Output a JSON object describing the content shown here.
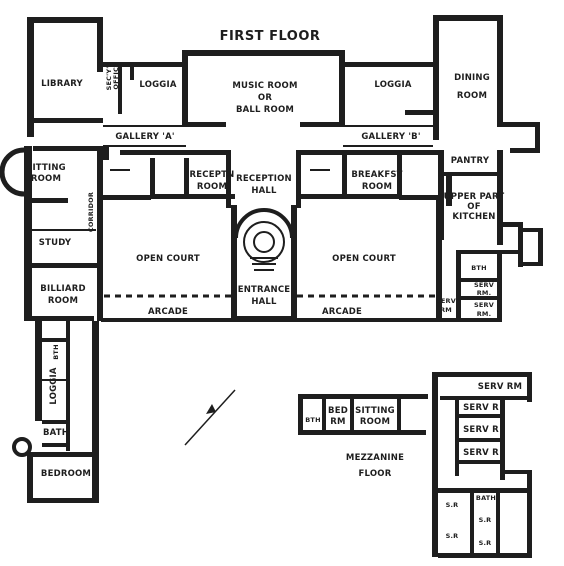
{
  "titles": {
    "first_floor": "FIRST FLOOR",
    "mezzanine": [
      "MEZZANINE",
      "FLOOR"
    ]
  },
  "rooms": {
    "library": "LIBRARY",
    "secys_office": [
      "SEC'Y'S",
      "OFFICE"
    ],
    "loggia_left": "LOGGIA",
    "music_room": [
      "MUSIC ROOM",
      "OR",
      "BALL ROOM"
    ],
    "loggia_right": "LOGGIA",
    "dining_room": [
      "DINING",
      "ROOM"
    ],
    "gallery_a": "GALLERY 'A'",
    "gallery_b": "GALLERY 'B'",
    "pantry": "PANTRY",
    "sitting_room": [
      "SITTING",
      "ROOM"
    ],
    "corridor": "CORRIDOR",
    "reception_room": [
      "RECEPTN",
      "ROOM"
    ],
    "reception_hall": [
      "RECEPTION",
      "HALL"
    ],
    "breakfast_room": [
      "BREAKFST",
      "ROOM"
    ],
    "upper_part_kitchen": [
      "UPPER PART",
      "OF",
      "KITCHEN"
    ],
    "study": "STUDY",
    "open_court_left": "OPEN    COURT",
    "open_court_right": "OPEN    COURT",
    "entrance_hall": [
      "ENTRANCE",
      "HALL"
    ],
    "billiard_room": [
      "BILLIARD",
      "ROOM"
    ],
    "bth_right": "BTH",
    "serv_rm_1": [
      "SERV",
      "RM."
    ],
    "serv_rm_2": [
      "SERV",
      "RM."
    ],
    "serv_rm_3": [
      "SERV",
      "RM"
    ],
    "arcade_left": "ARCADE",
    "arcade_right": "ARCADE",
    "bth_left": "BTH",
    "loggia_west": "LOGGIA",
    "bath_left": "BATH",
    "bedroom": "BEDROOM",
    "mz_bth": "BTH",
    "mz_bed_rm": [
      "BED",
      "RM"
    ],
    "mz_sitting_room": [
      "SITTING",
      "ROOM"
    ],
    "mz_serv_rm": "SERV  RM",
    "mz_serv_r1": "SERV  R",
    "mz_serv_r2": "SERV  R",
    "mz_serv_r3": "SERV  R",
    "mz_bath": "BATH",
    "mz_sr1": "S.R",
    "mz_sr2": "S.R",
    "mz_sr3": "S.R",
    "mz_sr4": "S.R"
  }
}
